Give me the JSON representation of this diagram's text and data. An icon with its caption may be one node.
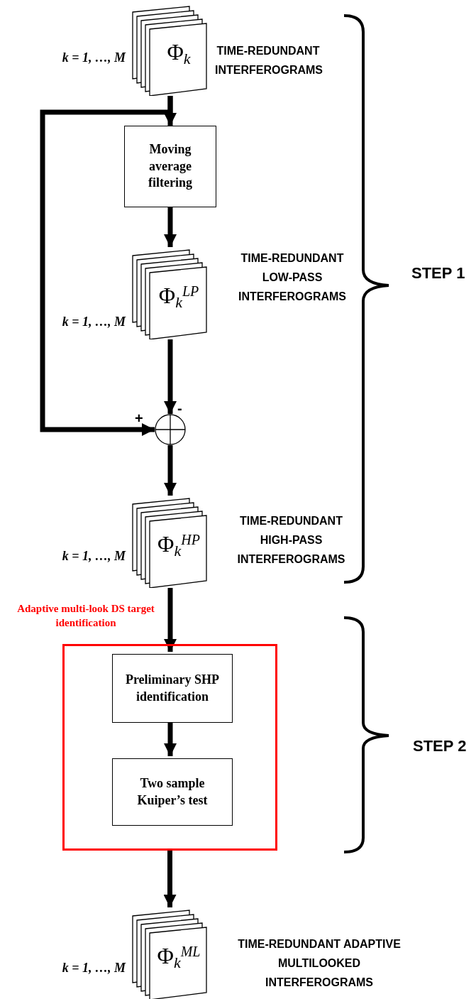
{
  "diagram": {
    "nodes": [
      {
        "text": [
          "Φ$_{k}$"
        ],
        "beside": [
          "k = 1, …, M",
          "TIME-REDUNDANT INTERFEROGRAMS"
        ]
      },
      {
        "text": [
          "Moving average filtering"
        ]
      },
      {
        "text": [
          "Φ$_{k}$$^{LP}$"
        ],
        "beside": [
          "k = 1, …, M",
          "TIME-REDUNDANT LOW-PASS INTERFEROGRAMS"
        ]
      },
      {
        "text": [],
        "shape": "circle"
      },
      {
        "text": [
          "Φ$_{k}$$^{HP}$"
        ],
        "beside": [
          "k = 1, …, M",
          "TIME-REDUNDANT HIGH-PASS INTERFEROGRAMS"
        ]
      },
      {
        "text": [
          "Adaptive multi-look DS target identification"
        ]
      },
      {
        "text": [
          "Preliminary SHP identification"
        ],
        "in": 5
      },
      {
        "text": [
          "Two sample Kuiper’s test"
        ],
        "in": 5
      },
      {
        "text": [
          "Φ$_{k}$$^{ML}$"
        ],
        "beside": [
          "k = 1, …, M",
          "TIME-REDUNDANT ADAPTIVE MULTILOOKED INTERFEROGRAMS"
        ]
      }
    ],
    "edges": [
      {
        "from": 0,
        "to": 1,
        "arrow": "to"
      },
      {
        "from": 0,
        "to": 3,
        "arrow": "to"
      },
      {
        "from": 1,
        "to": 2,
        "arrow": "to"
      },
      {
        "from": 2,
        "to": 3,
        "arrow": "to"
      },
      {
        "from": 3,
        "to": 4,
        "arrow": "to"
      },
      {
        "from": 4,
        "to": 6,
        "arrow": "to"
      },
      {
        "from": 6,
        "to": 7,
        "arrow": "to"
      },
      {
        "from": 5,
        "to": 8,
        "arrow": "to"
      }
    ],
    "labels": [
      "-",
      "+",
      "STEP 1",
      "STEP 2"
    ]
  }
}
